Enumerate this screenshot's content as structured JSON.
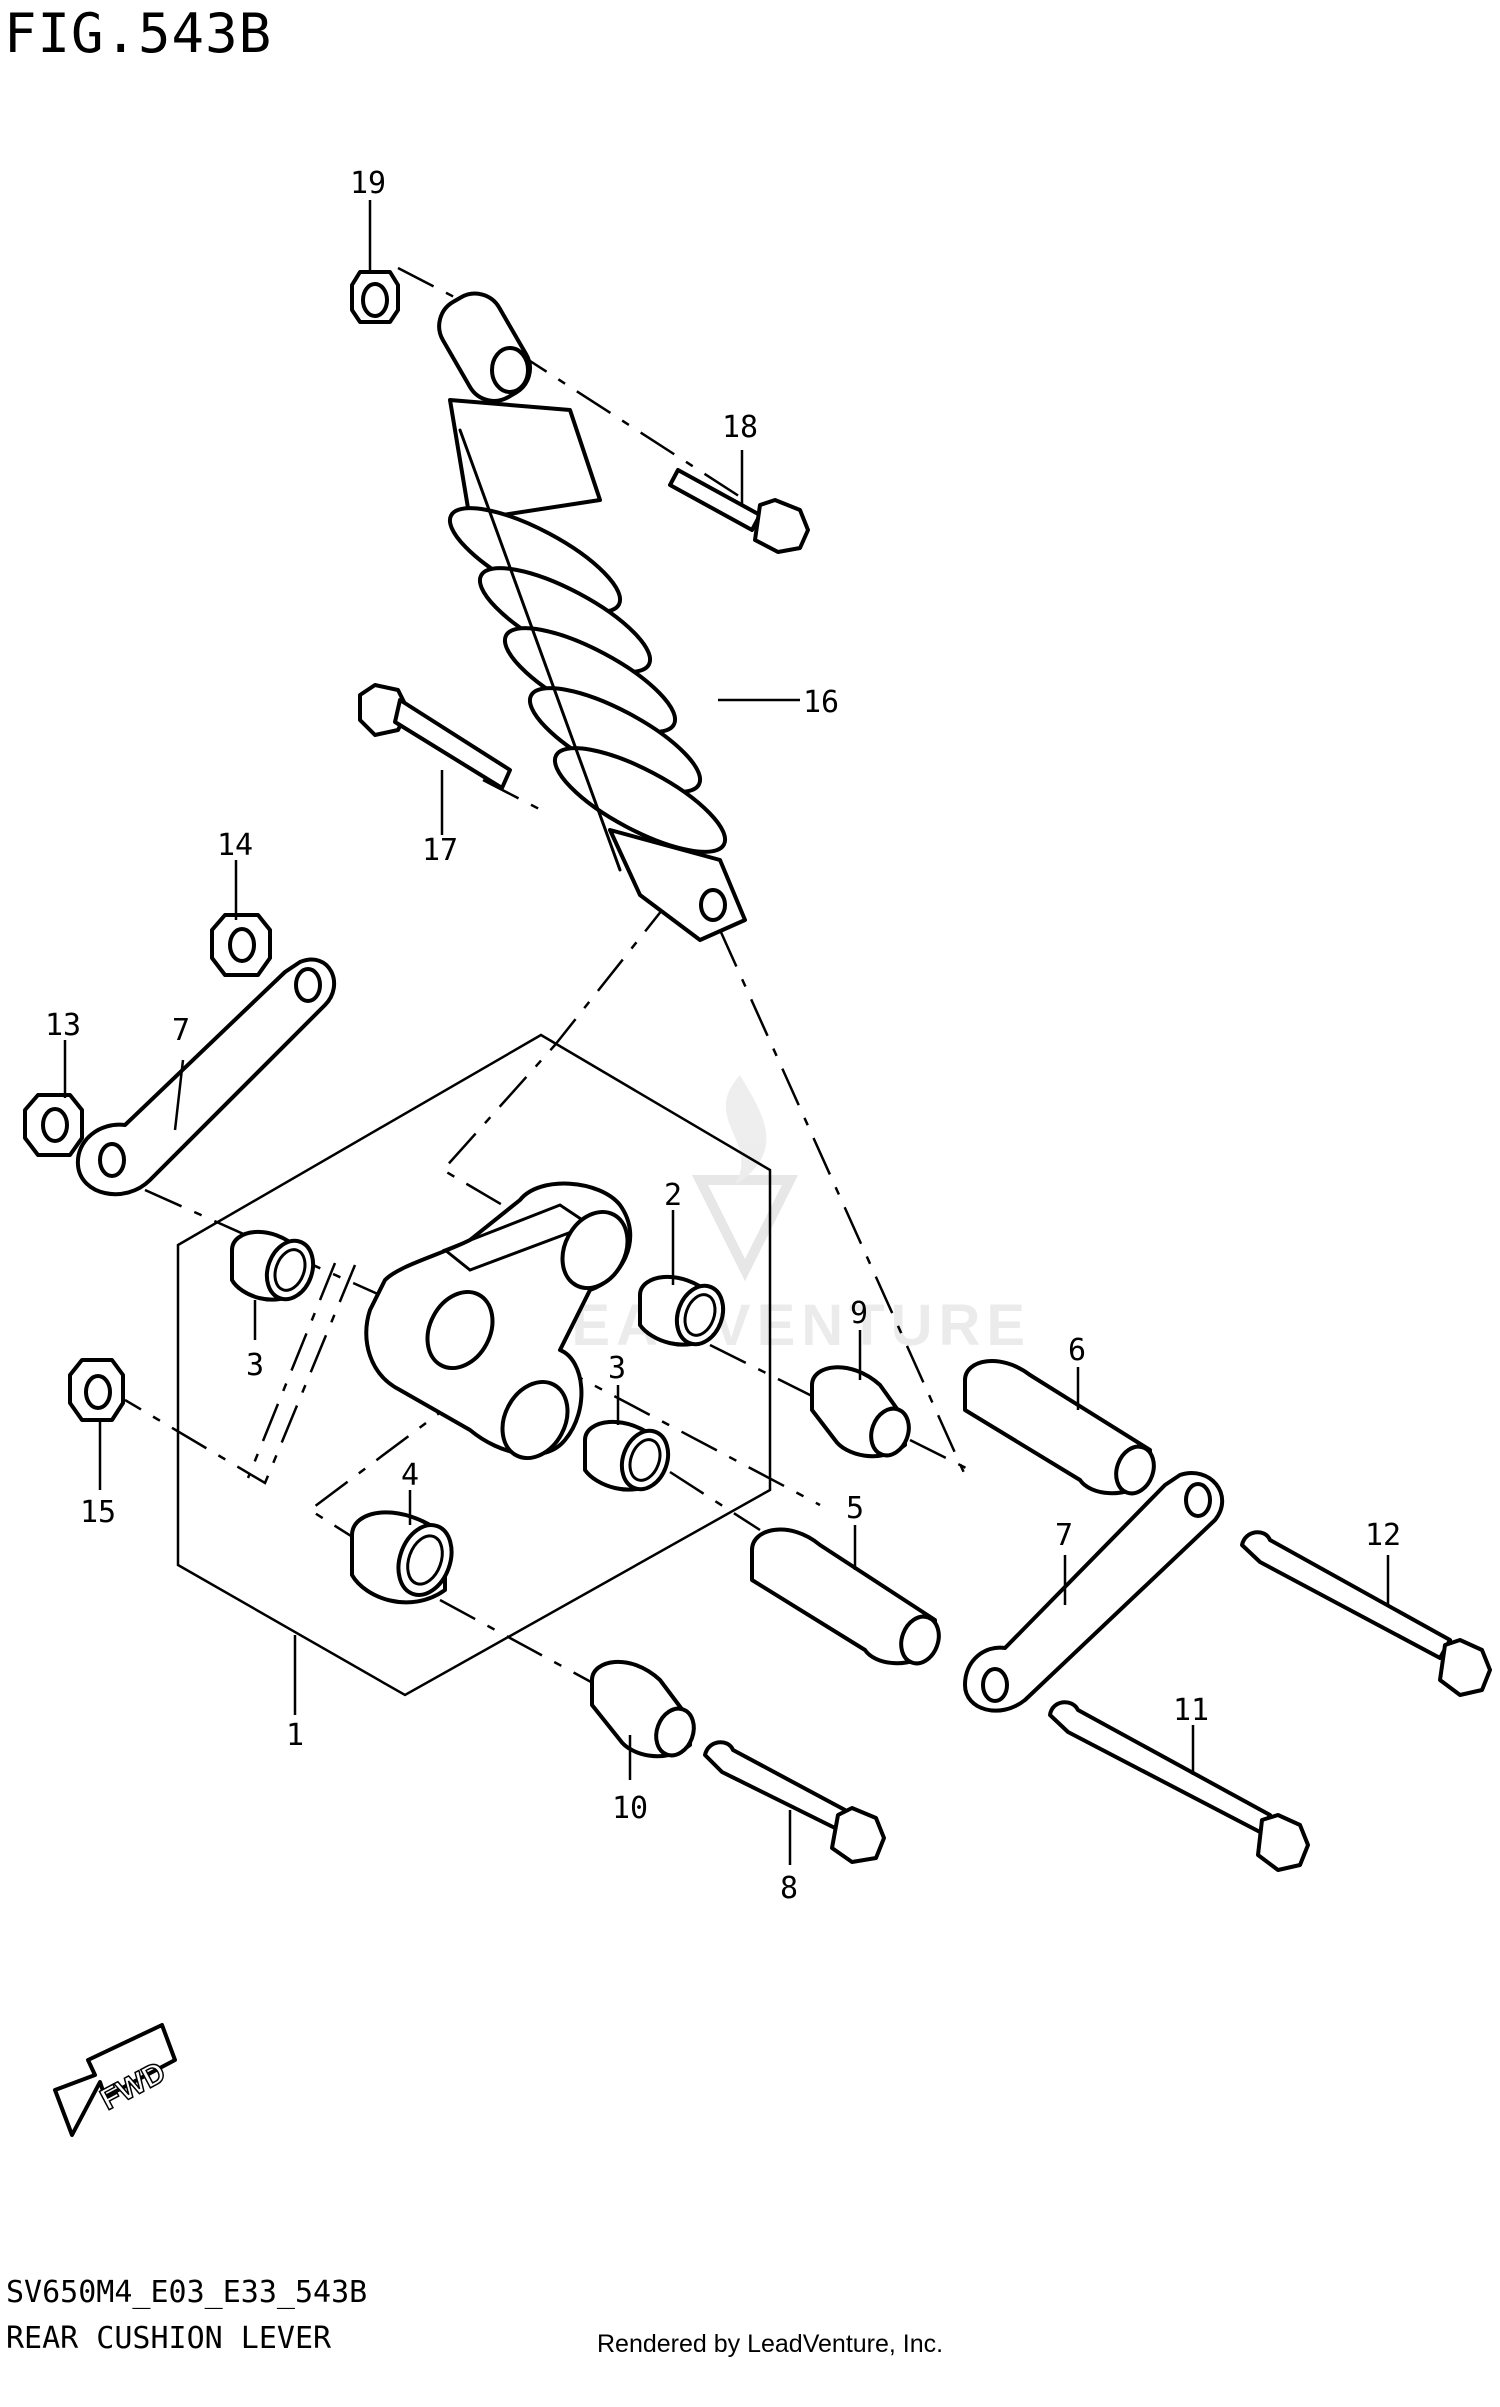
{
  "figure": {
    "title": "FIG.543B",
    "code": "SV650M4_E03_E33_543B",
    "name": "REAR CUSHION LEVER",
    "credit": "Rendered by LeadVenture, Inc.",
    "watermark": "LEADVENTURE"
  },
  "fwd_label": "FWD",
  "callouts": [
    "1",
    "2",
    "3",
    "3",
    "4",
    "5",
    "6",
    "7",
    "7",
    "8",
    "9",
    "10",
    "11",
    "12",
    "13",
    "14",
    "15",
    "16",
    "17",
    "18",
    "19"
  ]
}
